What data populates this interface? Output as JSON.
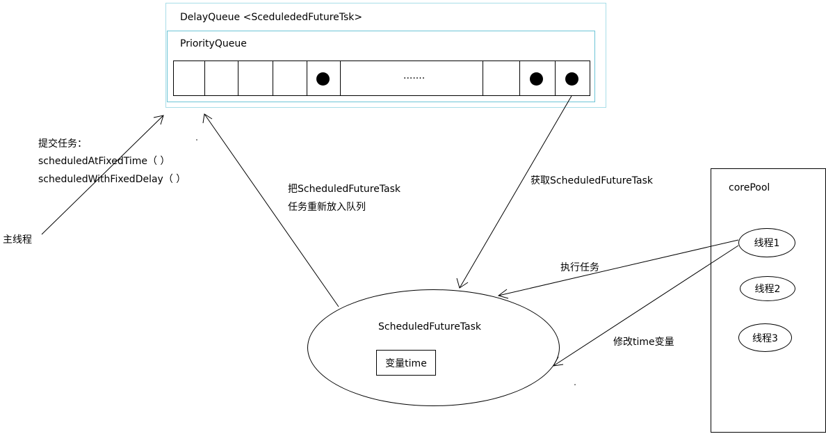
{
  "delay_queue": {
    "title": "DelayQueue   <ScedulededFutureTsk>",
    "priority_queue": {
      "title": "PriorityQueue",
      "ellipsis": ".......",
      "filled_slots": [
        4,
        7,
        8
      ]
    }
  },
  "main_thread": {
    "label": "主线程",
    "submit_title": "提交任务：",
    "methods": [
      "scheduledAtFixedTime（ ）",
      "scheduledWithFixedDelay（ ）"
    ]
  },
  "edges": {
    "requeue_line1": "把ScheduledFutureTask",
    "requeue_line2": "任务重新放入队列",
    "fetch": "获取ScheduledFutureTask",
    "execute": "执行任务",
    "modify": "修改time变量"
  },
  "task": {
    "title": "ScheduledFutureTask",
    "variable": "变量time"
  },
  "core_pool": {
    "title": "corePool",
    "threads": [
      "线程1",
      "线程2",
      "线程3"
    ]
  }
}
